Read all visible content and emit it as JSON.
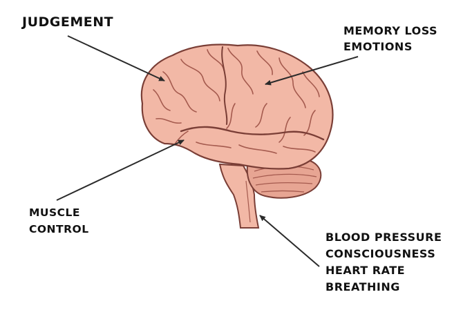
{
  "labels": {
    "judgement": "JUDGEMENT",
    "memory_emotions": [
      "MEMORY LOSS",
      "EMOTIONS"
    ],
    "muscle_control": [
      "MUSCLE",
      "CONTROL"
    ],
    "brainstem": [
      "BLOOD PRESSURE",
      "CONSCIOUSNESS",
      "HEART RATE",
      "BREATHING"
    ]
  },
  "colors": {
    "brain_fill": "#F2B8A6",
    "brain_outline": "#7A3E36",
    "brain_sulci": "#A45A4E",
    "cerebellum_fill": "#E7A593",
    "text": "#111111",
    "arrow": "#2A2A2A"
  }
}
